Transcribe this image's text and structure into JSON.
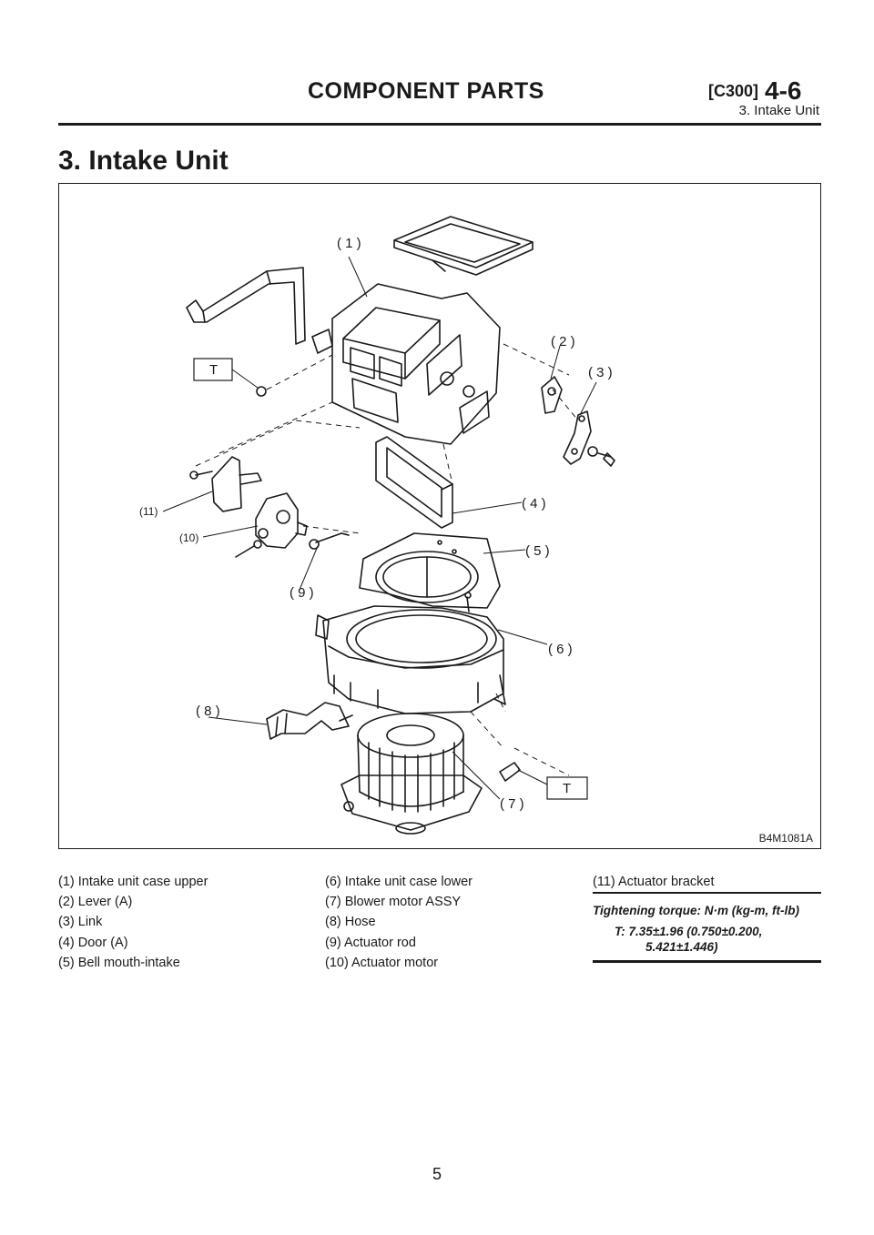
{
  "header": {
    "title": "COMPONENT PARTS",
    "code": "[C300]",
    "chapter": "4-6",
    "subtitle": "3. Intake Unit"
  },
  "section": {
    "title": "3. Intake Unit"
  },
  "figure": {
    "code": "B4M1081A",
    "callouts": {
      "c1": "( 1 )",
      "c2": "( 2 )",
      "c3": "( 3 )",
      "c4": "( 4 )",
      "c5": "( 5 )",
      "c6": "( 6 )",
      "c7": "( 7 )",
      "c8": "( 8 )",
      "c9": "( 9 )",
      "c10": "(10)",
      "c11": "(11)",
      "t_upper": "T",
      "t_lower": "T"
    }
  },
  "legend": {
    "col1": [
      "(1) Intake unit case upper",
      "(2) Lever (A)",
      "(3) Link",
      "(4) Door (A)",
      "(5) Bell mouth-intake"
    ],
    "col2": [
      "(6) Intake unit case lower",
      "(7) Blower motor ASSY",
      "(8) Hose",
      "(9) Actuator rod",
      "(10) Actuator motor"
    ],
    "col3": [
      "(11) Actuator bracket"
    ]
  },
  "torque": {
    "label": "Tightening torque: N·m (kg-m, ft-lb)",
    "line1": "T: 7.35±1.96 (0.750±0.200,",
    "line2": "5.421±1.446)"
  },
  "page_number": "5"
}
